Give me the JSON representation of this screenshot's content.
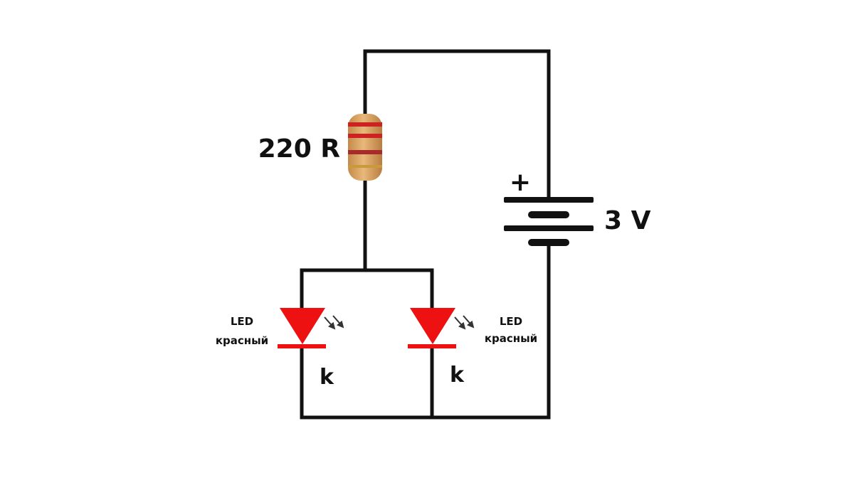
{
  "resistor": {
    "label": "220 R"
  },
  "battery": {
    "label": "3 V",
    "plus_sign": "+"
  },
  "leds": [
    {
      "line1": "LED",
      "line2": "красный",
      "cathode": "k",
      "color": "#ee1111"
    },
    {
      "line1": "LED",
      "line2": "красный",
      "cathode": "k",
      "color": "#ee1111"
    }
  ],
  "colors": {
    "wire": "#111111",
    "led": "#ee1111",
    "resistor_body": "#d8a060",
    "resistor_band": "#cc2222"
  }
}
